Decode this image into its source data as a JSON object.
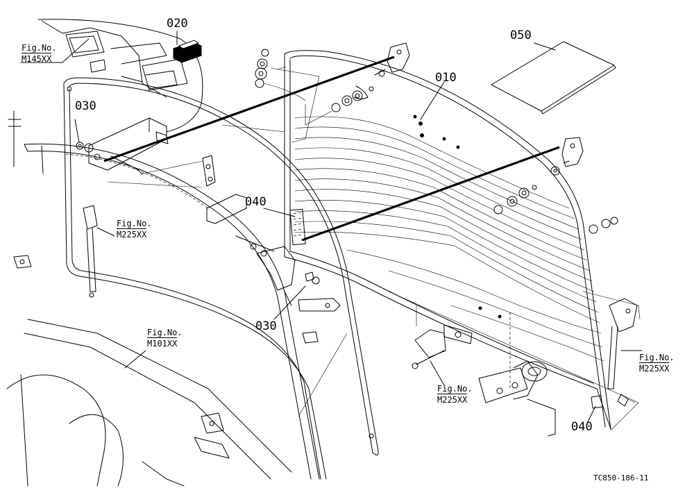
{
  "labels": {
    "p010": "010",
    "p020": "020",
    "p030_a": "030",
    "p030_b": "030",
    "p040_a": "040",
    "p040_b": "040",
    "p050": "050"
  },
  "refs": [
    {
      "fig": "Fig.No.",
      "code": "M145XX"
    },
    {
      "fig": "Fig.No.",
      "code": "M225XX"
    },
    {
      "fig": "Fig.No.",
      "code": "M101XX"
    },
    {
      "fig": "Fig.No.",
      "code": "M225XX"
    },
    {
      "fig": "Fig.No.",
      "code": "M225XX"
    }
  ],
  "drawing_code": "TC850-186-11"
}
